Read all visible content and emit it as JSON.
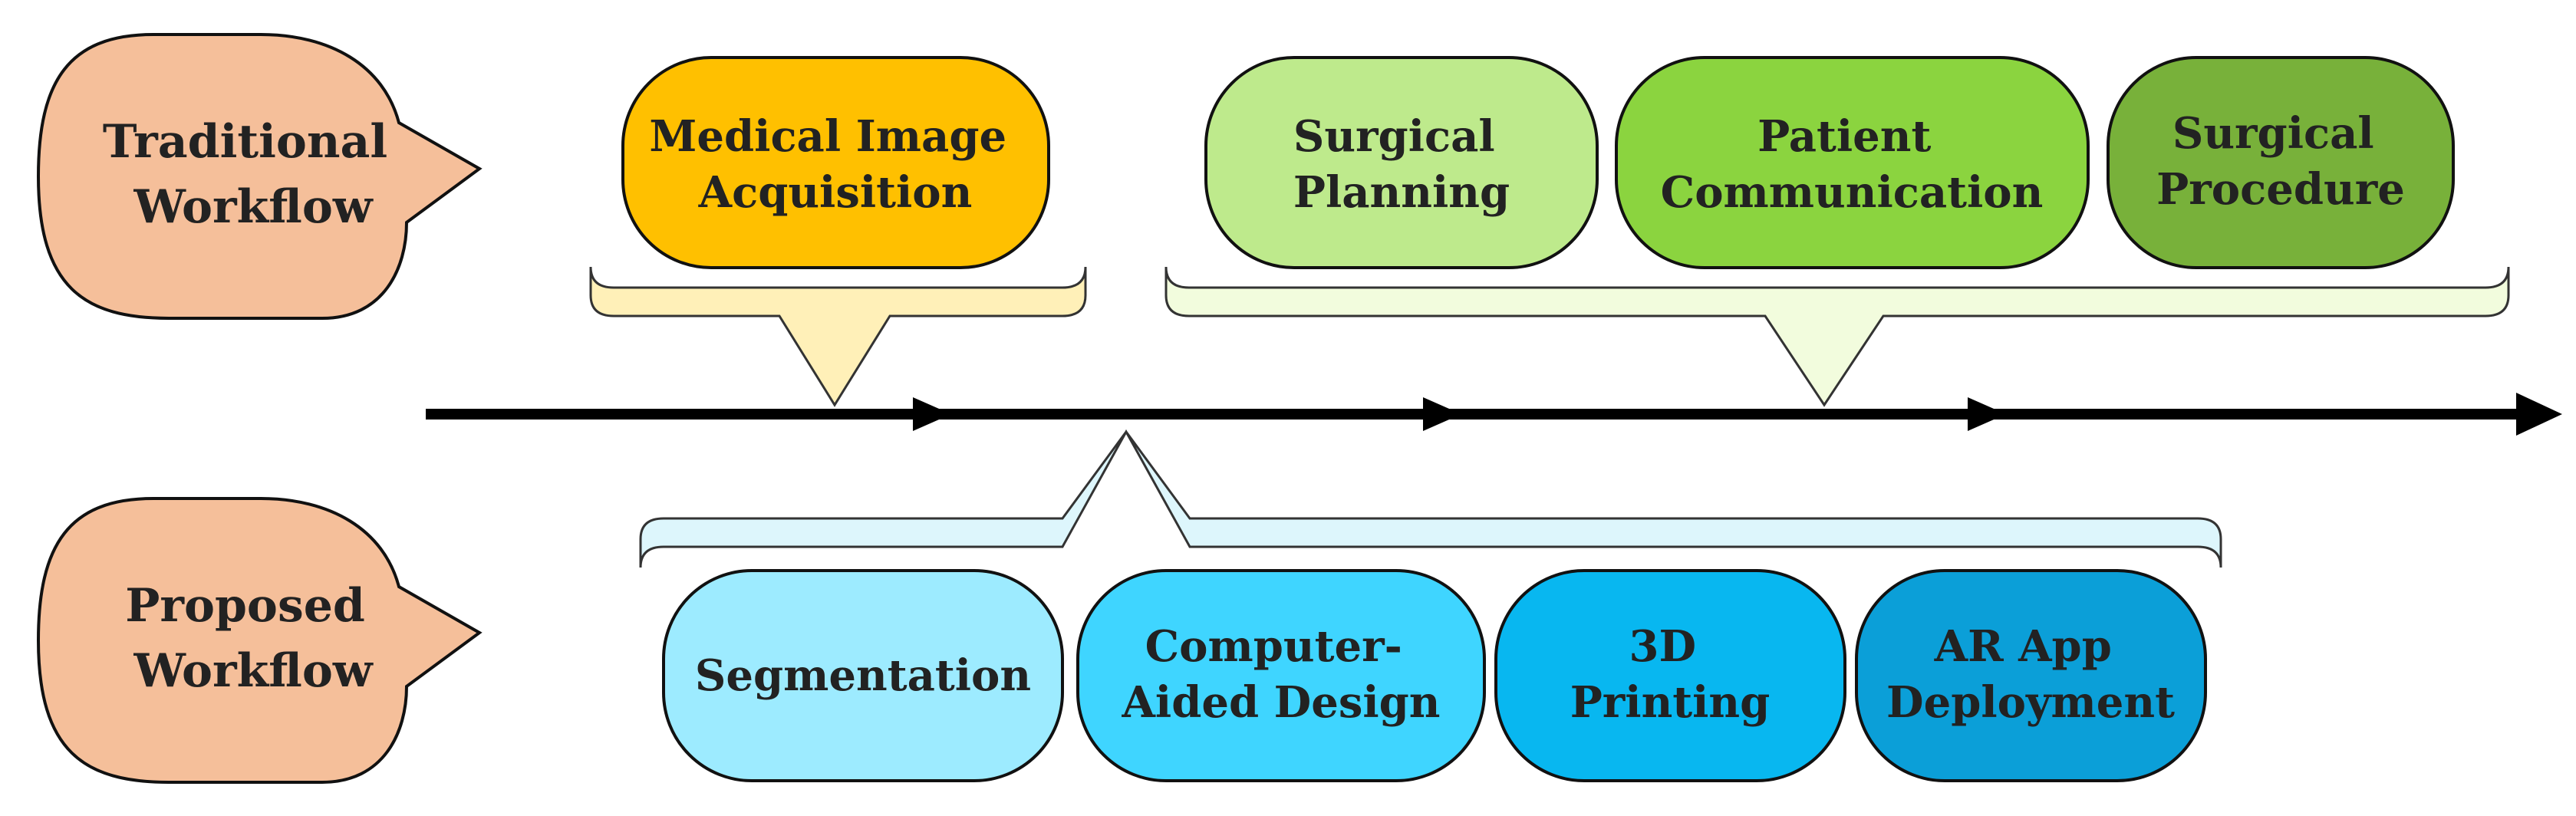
{
  "traditional": {
    "label": [
      "Traditional",
      "Workflow"
    ],
    "steps": [
      {
        "lines": [
          "Medical Image",
          "Acquisition"
        ],
        "color": "#FFC000"
      },
      {
        "lines": [
          "Surgical",
          "Planning"
        ],
        "color": "#BEEA8C"
      },
      {
        "lines": [
          "Patient",
          "Communication"
        ],
        "color": "#8BD43F"
      },
      {
        "lines": [
          "Surgical",
          "Procedure"
        ],
        "color": "#78B13A"
      }
    ]
  },
  "proposed": {
    "label": [
      "Proposed",
      "Workflow"
    ],
    "steps": [
      {
        "lines": [
          "Segmentation"
        ],
        "color": "#9DEBFF"
      },
      {
        "lines": [
          "Computer-",
          "Aided Design"
        ],
        "color": "#3FD5FF"
      },
      {
        "lines": [
          "3D",
          "Printing"
        ],
        "color": "#08B7F0"
      },
      {
        "lines": [
          "AR App",
          "Deployment"
        ],
        "color": "#0B9FD8"
      }
    ]
  },
  "colors": {
    "callout": "#F5BF9A",
    "bracket_top_left": "#FFF0B8",
    "bracket_top_right": "#F2FCDD",
    "bracket_bottom": "#DDF6FC",
    "timeline": "#000000"
  }
}
